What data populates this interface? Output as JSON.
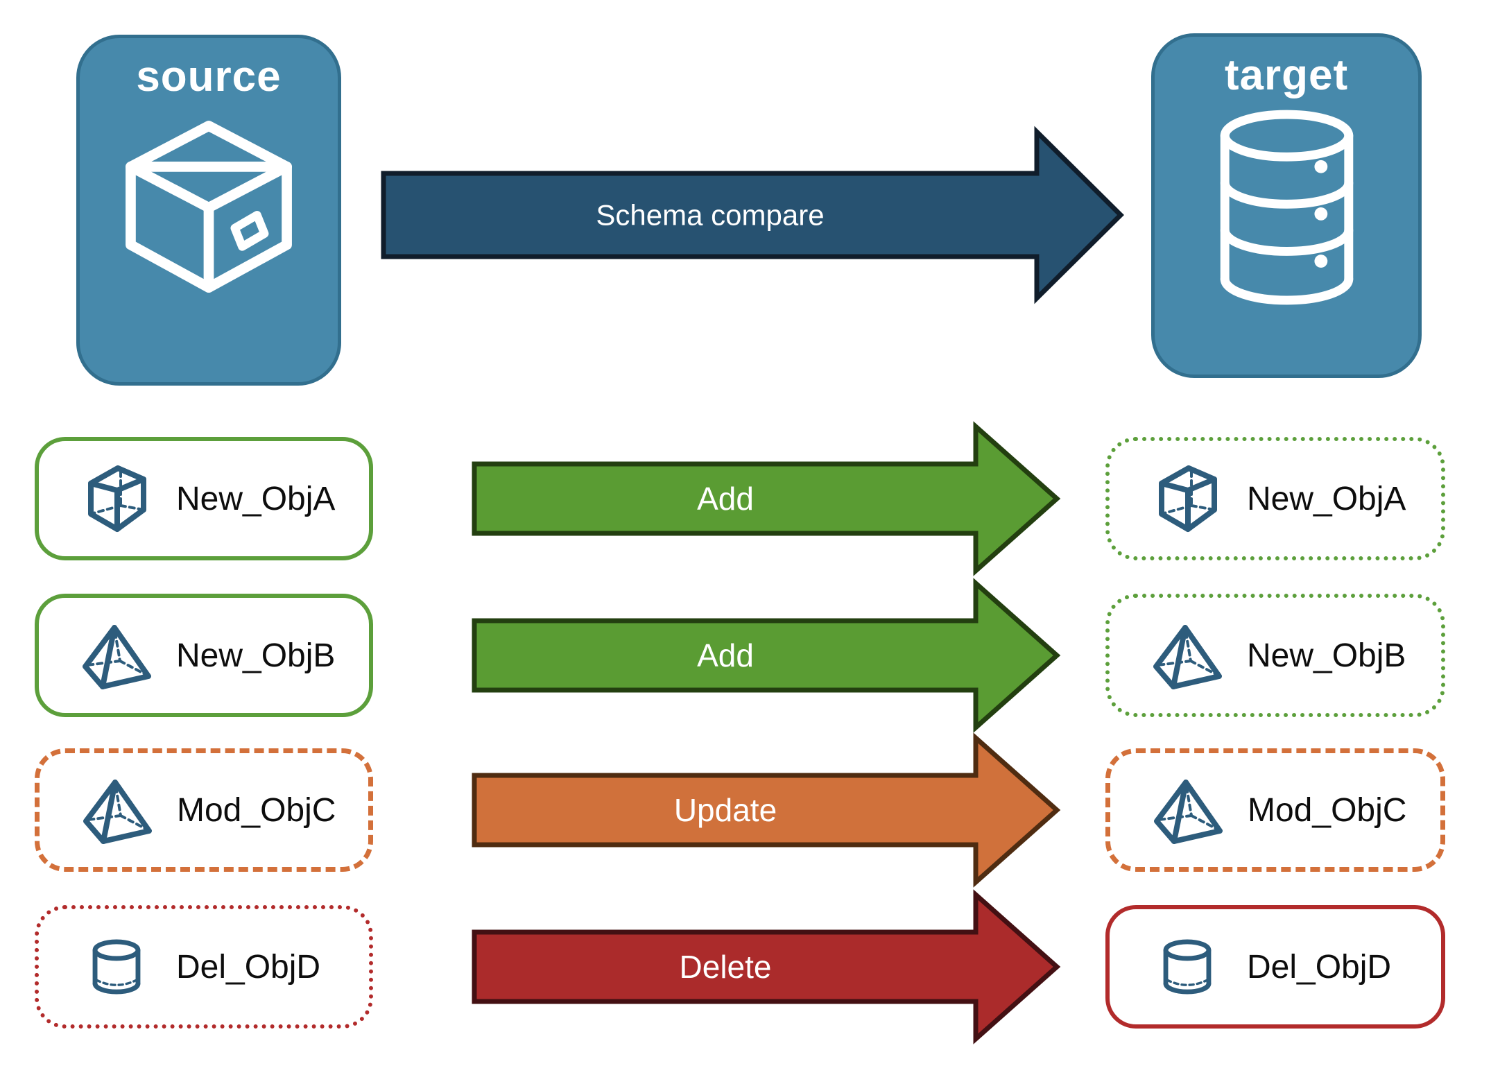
{
  "header": {
    "source_label": "source",
    "target_label": "target",
    "compare_label": "Schema compare"
  },
  "rows": [
    {
      "name": "New_ObjA",
      "action": "Add",
      "icon": "cube",
      "source_border": "green-solid",
      "target_border": "green-dotted"
    },
    {
      "name": "New_ObjB",
      "action": "Add",
      "icon": "pyramid",
      "source_border": "green-solid",
      "target_border": "green-dotted"
    },
    {
      "name": "Mod_ObjC",
      "action": "Update",
      "icon": "pyramid",
      "source_border": "orange-dashed",
      "target_border": "orange-dashed"
    },
    {
      "name": "Del_ObjD",
      "action": "Delete",
      "icon": "cylinder",
      "source_border": "red-dotted",
      "target_border": "red-solid"
    }
  ],
  "colors": {
    "panel_blue": "#4789AB",
    "panel_border": "#326F8E",
    "icon_blue": "#2D5C7C",
    "compare_arrow": "#275271",
    "add_arrow": "#5A9C33",
    "update_arrow": "#D0713B",
    "delete_arrow": "#AB2B2B",
    "new_border": "#5C9F3B",
    "mod_border": "#D3703A",
    "del_border": "#B22B2B"
  }
}
